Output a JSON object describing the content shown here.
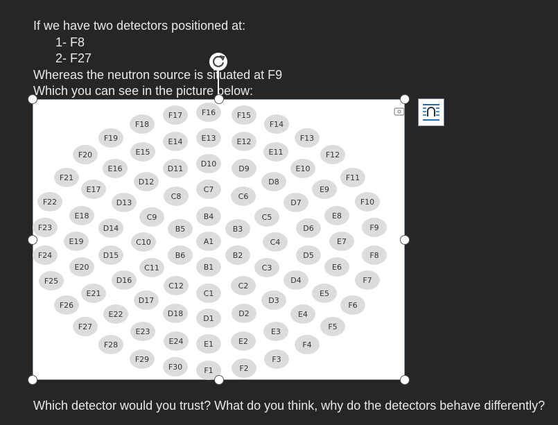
{
  "intro": {
    "line1": "If we have two detectors positioned at:",
    "item1": "1-  F8",
    "item2": "2-  F27",
    "line2": "Whereas the neutron source is situated at F9",
    "line3": "Which you can see in the picture below:"
  },
  "question": "Which detector would you trust? What do you think, why do the detectors behave differently?",
  "icons": {
    "rotate": "rotate-handle-icon",
    "layout": "layout-options-icon",
    "alt_text": "alt-text-icon"
  },
  "core_cells": [
    "F16",
    "F17",
    "F15",
    "F18",
    "F14",
    "F19",
    "F13",
    "F20",
    "F12",
    "F21",
    "F11",
    "F22",
    "F10",
    "F23",
    "F9",
    "F24",
    "F8",
    "F25",
    "F7",
    "F26",
    "F6",
    "F27",
    "F5",
    "F28",
    "F4",
    "F29",
    "F3",
    "F30",
    "F2",
    "F1",
    "E13",
    "E14",
    "E12",
    "E15",
    "E11",
    "E16",
    "E10",
    "E17",
    "E9",
    "E18",
    "E8",
    "E19",
    "E7",
    "E20",
    "E6",
    "E21",
    "E5",
    "E22",
    "E4",
    "E23",
    "E3",
    "E24",
    "E2",
    "E1",
    "D10",
    "D11",
    "D9",
    "D12",
    "D8",
    "D13",
    "D7",
    "D14",
    "D6",
    "D15",
    "D5",
    "D16",
    "D4",
    "D17",
    "D3",
    "D18",
    "D2",
    "D1",
    "C7",
    "C8",
    "C6",
    "C9",
    "C5",
    "C10",
    "C4",
    "C11",
    "C3",
    "C12",
    "C2",
    "C1",
    "B4",
    "B5",
    "B3",
    "B6",
    "B2",
    "B1",
    "A1"
  ]
}
